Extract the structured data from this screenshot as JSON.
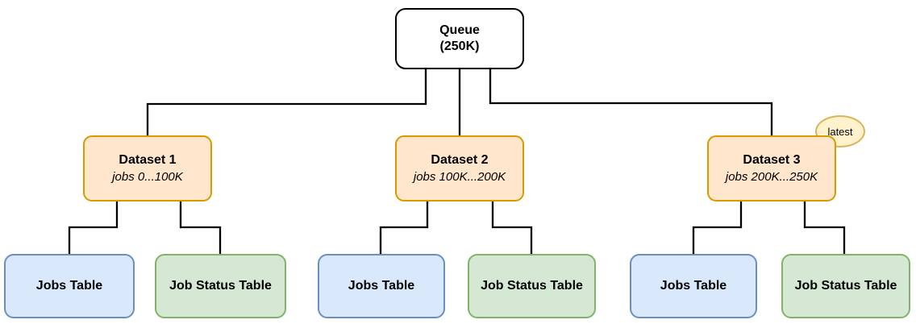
{
  "diagram": {
    "root": {
      "title": "Queue",
      "subtitle": "(250K)"
    },
    "badge": {
      "label": "latest"
    },
    "groups": [
      {
        "dataset": {
          "title": "Dataset 1",
          "range": "jobs 0...100K"
        },
        "jobs_table": {
          "label": "Jobs Table"
        },
        "job_status_table": {
          "label": "Job Status Table"
        }
      },
      {
        "dataset": {
          "title": "Dataset 2",
          "range": "jobs 100K...200K"
        },
        "jobs_table": {
          "label": "Jobs Table"
        },
        "job_status_table": {
          "label": "Job Status Table"
        }
      },
      {
        "dataset": {
          "title": "Dataset 3",
          "range": "jobs 200K...250K",
          "badge": "latest"
        },
        "jobs_table": {
          "label": "Jobs Table"
        },
        "job_status_table": {
          "label": "Job Status Table"
        }
      }
    ],
    "colors": {
      "node_fill": "#ffffff",
      "node_border": "#000000",
      "dataset_fill": "#ffe6cc",
      "dataset_border": "#d79b00",
      "badge_fill": "#fff2cc",
      "badge_border": "#d6b656",
      "jobs_fill": "#dae8fc",
      "jobs_border": "#6c8ebf",
      "status_fill": "#d5e8d4",
      "status_border": "#82b366",
      "connector": "#000000",
      "text": "#000000"
    }
  }
}
